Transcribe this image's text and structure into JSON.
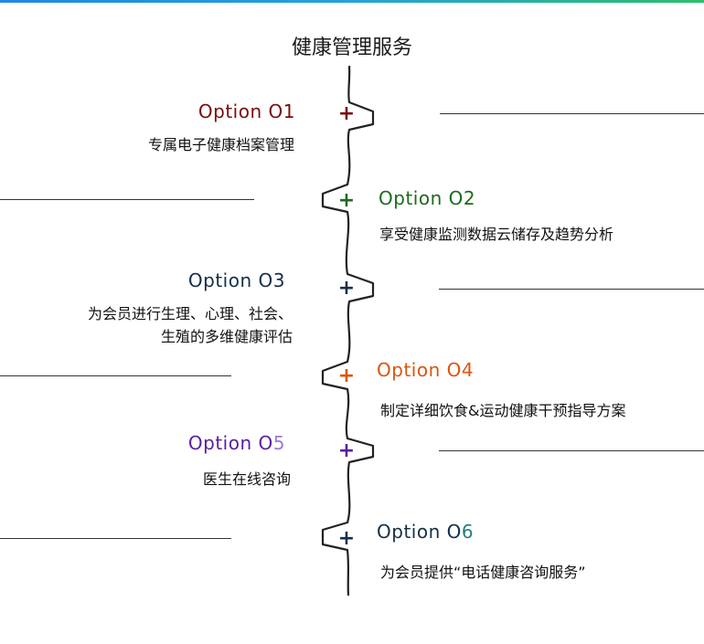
{
  "title": "健康管理服务",
  "items": [
    {
      "option_prefix": "Option O",
      "option_num": "1",
      "desc_lines": [
        "专属电子健康档案管理"
      ],
      "color": "#7a0c0c",
      "num_color": "#7a0c0c",
      "plus_color": "#7a0c0c",
      "side": "left"
    },
    {
      "option_prefix": "Option O",
      "option_num": "2",
      "desc_lines": [
        "享受健康监测数据云储存及趋势分析"
      ],
      "color": "#1d6b1d",
      "num_color": "#1d6b1d",
      "plus_color": "#1d6b1d",
      "side": "right"
    },
    {
      "option_prefix": "Option O",
      "option_num": "3",
      "desc_lines": [
        "为会员进行生理、心理、社会、",
        "生殖的多维健康评估"
      ],
      "color": "#13304a",
      "num_color": "#13304a",
      "plus_color": "#13304a",
      "side": "left"
    },
    {
      "option_prefix": "Option O",
      "option_num": "4",
      "desc_lines": [
        "制定详细饮食&运动健康干预指导方案"
      ],
      "color": "#d9560f",
      "num_color": "#d9560f",
      "plus_color": "#d9560f",
      "side": "right"
    },
    {
      "option_prefix": "Option O",
      "option_num": "5",
      "desc_lines": [
        "医生在线咨询"
      ],
      "color": "#5a1ea0",
      "num_color": "#9a7ad8",
      "plus_color": "#5a1ea0",
      "side": "left"
    },
    {
      "option_prefix": "Option O",
      "option_num": "6",
      "desc_lines": [
        "为会员提供“电话健康咨询服务”"
      ],
      "color": "#13304a",
      "num_color": "#2a7a78",
      "plus_color": "#13304a",
      "side": "right"
    }
  ]
}
